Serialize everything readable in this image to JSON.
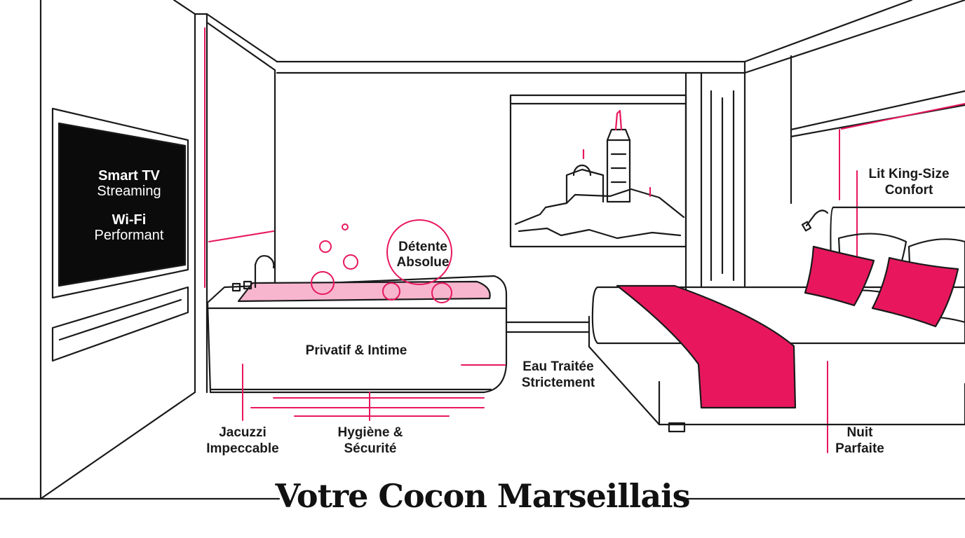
{
  "title": "Votre Cocon Marseillais",
  "colors": {
    "accent": "#E8175D",
    "accent_light": "#F7B6CE",
    "ink": "#1a1a1a",
    "screen": "#0b0b0b"
  },
  "tv": {
    "line1_head": "Smart TV",
    "line1_sub": "Streaming",
    "line2_head": "Wi-Fi",
    "line2_sub": "Performant"
  },
  "bubble_label": [
    "Détente",
    "Absolue"
  ],
  "tub_label": "Privatif & Intime",
  "callouts": {
    "water": [
      "Eau Traitée",
      "Strictement"
    ],
    "jacuzzi": [
      "Jacuzzi",
      "Impeccable"
    ],
    "hygiene": [
      "Hygiène &",
      "Sécurité"
    ],
    "bed": [
      "Lit King-Size",
      "Confort"
    ],
    "night": [
      "Nuit",
      "Parfaite"
    ]
  },
  "icons": [
    "tv-icon",
    "bathtub-icon",
    "faucet-icon",
    "bubble-icon",
    "bed-icon",
    "pillow-icon",
    "wall-lamp-icon",
    "notre-dame-de-la-garde-painting"
  ]
}
